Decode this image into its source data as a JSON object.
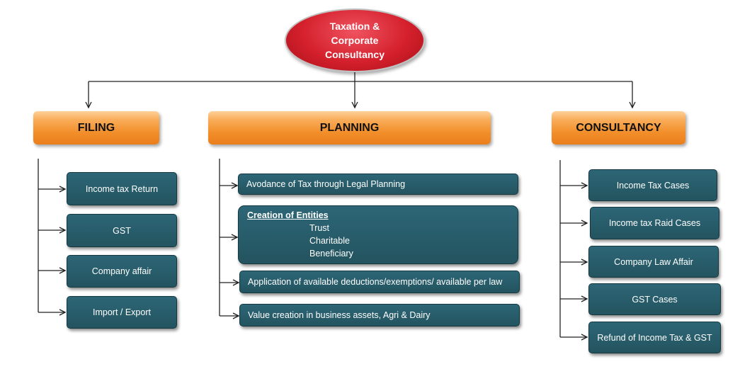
{
  "root": {
    "title": "Taxation &\nCorporate\nConsultancy"
  },
  "columns": [
    {
      "header": "FILING",
      "items": [
        "Income tax Return",
        "GST",
        "Company affair",
        "Import / Export"
      ]
    },
    {
      "header": "PLANNING",
      "items": [
        "Avodance of Tax through Legal Planning",
        {
          "title": "Creation of Entities",
          "subitems": [
            "Trust",
            "Charitable",
            "Beneficiary"
          ]
        },
        "Application of available  deductions/exemptions/ available per law",
        "Value creation in business assets, Agri & Dairy"
      ]
    },
    {
      "header": "CONSULTANCY",
      "items": [
        "Income Tax Cases",
        "Income tax Raid Cases",
        "Company Law Affair",
        "GST Cases",
        "Refund of Income Tax & GST"
      ]
    }
  ]
}
